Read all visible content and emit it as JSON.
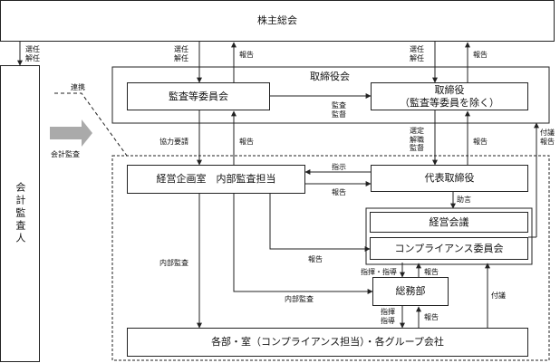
{
  "boxes": {
    "shareholders": "株主総会",
    "auditor": "会計監査人",
    "board": "取締役会",
    "audit_committee": "監査等委員会",
    "directors_line1": "取締役",
    "directors_line2": "（監査等委員を除く）",
    "planning_office": "経営企画室　内部監査担当",
    "ceo": "代表取締役",
    "management_meeting": "経営会議",
    "compliance_committee": "コンプライアンス委員会",
    "general_affairs": "総務部",
    "departments": "各部・室（コンプライアンス担当）・各グループ会社"
  },
  "labels": {
    "elect_dismiss_1": "選任\n解任",
    "elect_dismiss_2": "選任\n解任",
    "elect_dismiss_3": "選任\n解任",
    "report_1": "報告",
    "report_2": "報告",
    "liaison": "連携",
    "accounting_audit": "会計監査",
    "audit_supervise": "監査\n監督",
    "cooperation_request": "協力要請",
    "report_3": "報告",
    "select_dismiss_supervise": "選定\n解職\n監督",
    "report_4": "報告",
    "refer_report": "付議\n報告",
    "instruction": "指示",
    "report_5": "報告",
    "advice": "助言",
    "internal_audit_1": "内部監査",
    "report_6": "報告",
    "direct_guide_1": "指揮・指導",
    "report_7": "報告",
    "refer": "付議",
    "internal_audit_2": "内部監査",
    "direct_guide_2": "指揮\n指導",
    "report_8": "報告"
  }
}
